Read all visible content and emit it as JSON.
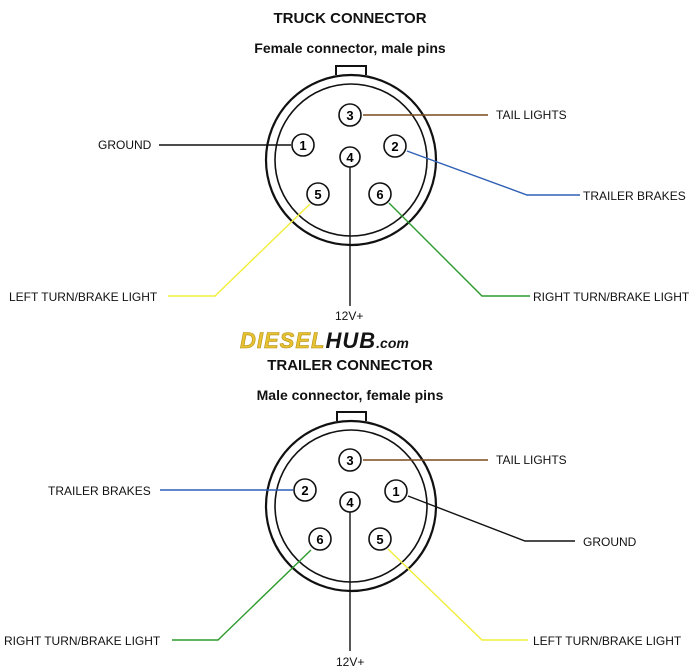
{
  "truck": {
    "title": "TRUCK CONNECTOR",
    "subtitle": "Female connector, male pins",
    "pins": [
      "3",
      "1",
      "2",
      "4",
      "5",
      "6"
    ],
    "labels": {
      "tail_lights": "TAIL LIGHTS",
      "ground": "GROUND",
      "trailer_brakes": "TRAILER BRAKES",
      "left_turn": "LEFT TURN/BRAKE LIGHT",
      "right_turn": "RIGHT TURN/BRAKE LIGHT",
      "power": "12V+"
    }
  },
  "logo": {
    "part1": "DIESEL",
    "part2": "HUB",
    "part3": ".com"
  },
  "trailer": {
    "title": "TRAILER CONNECTOR",
    "subtitle": "Male connector, female pins",
    "pins": [
      "3",
      "2",
      "1",
      "4",
      "6",
      "5"
    ],
    "labels": {
      "tail_lights": "TAIL LIGHTS",
      "trailer_brakes": "TRAILER BRAKES",
      "ground": "GROUND",
      "right_turn": "RIGHT TURN/BRAKE LIGHT",
      "left_turn": "LEFT TURN/BRAKE LIGHT",
      "power": "12V+"
    }
  },
  "wire_colors": {
    "tail_lights": "#7a4a1e",
    "ground": "#111111",
    "trailer_brakes": "#2f5fb5",
    "left_turn": "#f2ee3a",
    "right_turn": "#2c9a2c",
    "power": "#111111"
  }
}
